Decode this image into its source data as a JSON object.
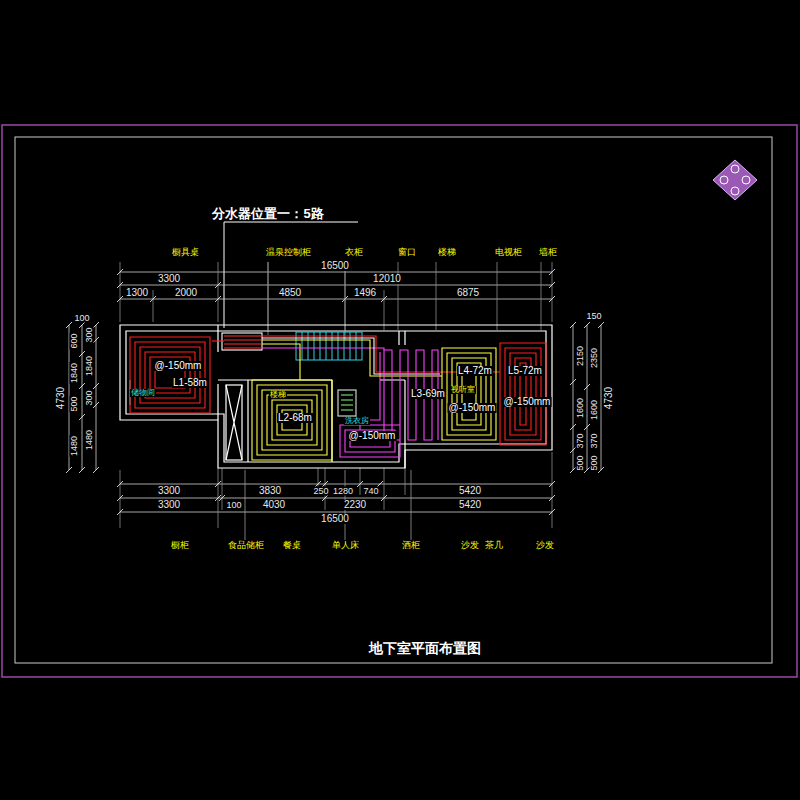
{
  "diagram": {
    "title": "地下室平面布置图",
    "nodes": [
      {
        "text": [
          "@-150mm",
          "L1-58m"
        ]
      },
      {
        "text": [
          "L2-68m"
        ]
      },
      {
        "text": [
          "L3-69m",
          "@-150mm"
        ]
      },
      {
        "text": [
          "L4-72m",
          "@-150mm"
        ]
      },
      {
        "text": [
          "L5-72m",
          "@-150mm"
        ]
      }
    ],
    "labels": [
      "分水器位置一：5路",
      "橱具桌",
      "温泉控制柜",
      "衣柜",
      "窗口",
      "楼梯",
      "电视柜",
      "墙柜",
      "3300",
      "16500",
      "12010",
      "1300",
      "2000",
      "4850",
      "1496",
      "6875",
      "3300",
      "3830",
      "250",
      "1280",
      "740",
      "5420",
      "3300",
      "100",
      "4030",
      "2230",
      "5420",
      "16500",
      "橱柜",
      "食品储柜",
      "餐桌",
      "单人床",
      "酒柜",
      "沙发",
      "茶几",
      "沙发",
      "4730",
      "100",
      "600",
      "300",
      "1840",
      "1840",
      "500",
      "300",
      "1480",
      "1480",
      "150",
      "2150",
      "2350",
      "1600",
      "1600",
      "370",
      "370",
      "500",
      "500",
      "4730",
      "储物间",
      "楼梯",
      "洗衣房",
      "视听室"
    ]
  }
}
